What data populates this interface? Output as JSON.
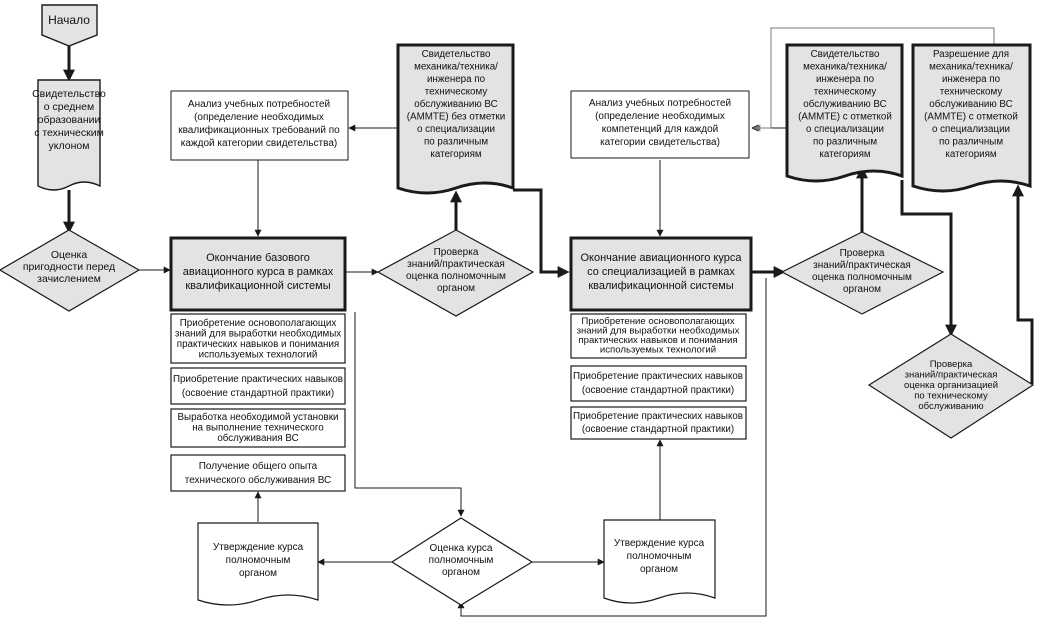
{
  "nodes": {
    "start": "Начало",
    "secondary_edu": [
      "Свидетельство",
      "о среднем",
      "образовании",
      "с техническим",
      "уклоном"
    ],
    "eligibility": [
      "Оценка",
      "пригодности перед",
      "зачислением"
    ],
    "analysis_1": [
      "Анализ учебных потребностей",
      "(определение необходимых",
      "квалификационных требований по",
      "каждой категории свидетельства)"
    ],
    "basic_course_end": [
      "Окончание базового",
      "авиационного курса в рамках",
      "квалификационной системы"
    ],
    "cert_no_mark": [
      "Свидетельство",
      "механика/техника/",
      "инженера по",
      "техническому",
      "обслуживанию ВС",
      "(AMMTE) без отметки",
      "о специализации",
      "по различным",
      "категориям"
    ],
    "check_1": [
      "Проверка",
      "знаний/практическая",
      "оценка полномочным",
      "органом"
    ],
    "analysis_2": [
      "Анализ учебных потребностей",
      "(определение необходимых",
      "компетенций для каждой",
      "категории свидетельства)"
    ],
    "spec_course_end": [
      "Окончание авиационного курса",
      "со специализацией в рамках",
      "квалификационной системы"
    ],
    "cert_with_mark": [
      "Свидетельство",
      "механика/техника/",
      "инженера по",
      "техническому",
      "обслуживанию ВС",
      "(AMMTE) с отметкой",
      "о специализации",
      "по различным",
      "категориям"
    ],
    "check_2": [
      "Проверка",
      "знаний/практическая",
      "оценка полномочным",
      "органом"
    ],
    "permit": [
      "Разрешение для",
      "механика/техника/",
      "инженера по",
      "техническому",
      "обслуживанию ВС",
      "(AMMTE) с отметкой",
      "о специализации",
      "по различным",
      "категориям"
    ],
    "check_org": [
      "Проверка",
      "знаний/практическая",
      "оценка организацией",
      "по техническому",
      "обслуживанию"
    ],
    "left_box_1": [
      "Приобретение основополагающих",
      "знаний для выработки необходимых",
      "практических навыков и понимания",
      "используемых технологий"
    ],
    "left_box_2": [
      "Приобретение практических навыков",
      "(освоение стандартной практики)"
    ],
    "left_box_3": [
      "Выработка необходимой установки",
      "на выполнение технического",
      "обслуживания ВС"
    ],
    "left_box_4": [
      "Получение общего опыта",
      "технического обслуживания ВС"
    ],
    "right_box_1": [
      "Приобретение основополагающих",
      "знаний для выработки необходимых",
      "практических навыков и понимания",
      "используемых технологий"
    ],
    "right_box_2": [
      "Приобретение практических навыков",
      "(освоение стандартной практики)"
    ],
    "right_box_3": [
      "Приобретение практических навыков",
      "(освоение стандартной практики)"
    ],
    "approval_left": [
      "Утверждение курса",
      "полномочным",
      "органом"
    ],
    "course_eval": [
      "Оценка курса",
      "полномочным",
      "органом"
    ],
    "approval_right": [
      "Утверждение курса",
      "полномочным",
      "органом"
    ]
  }
}
